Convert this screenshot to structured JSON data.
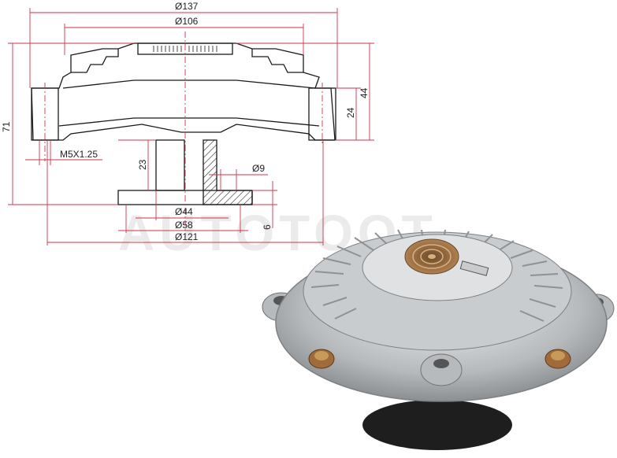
{
  "watermark": "AUTOTOOT",
  "colors": {
    "dimension_line": "#d0354a",
    "outline": "#1a1a1a",
    "centerline": "#d0354a",
    "hatch": "#333333",
    "metal_light": "#dfe1e3",
    "metal_mid": "#b7babd",
    "metal_dark": "#7e8184",
    "bronze": "#a06a3a",
    "hub_black": "#1e1e1e"
  },
  "dimensions": {
    "d137": "Ø137",
    "d106": "Ø106",
    "h71": "71",
    "h44": "44",
    "h24": "24",
    "thread": "M5X1.25",
    "h23": "23",
    "d9": "Ø9",
    "d44": "Ø44",
    "d58": "Ø58",
    "d121": "Ø121",
    "h6": "6"
  },
  "icons": {
    "product_photo": "fan-clutch-icon"
  }
}
